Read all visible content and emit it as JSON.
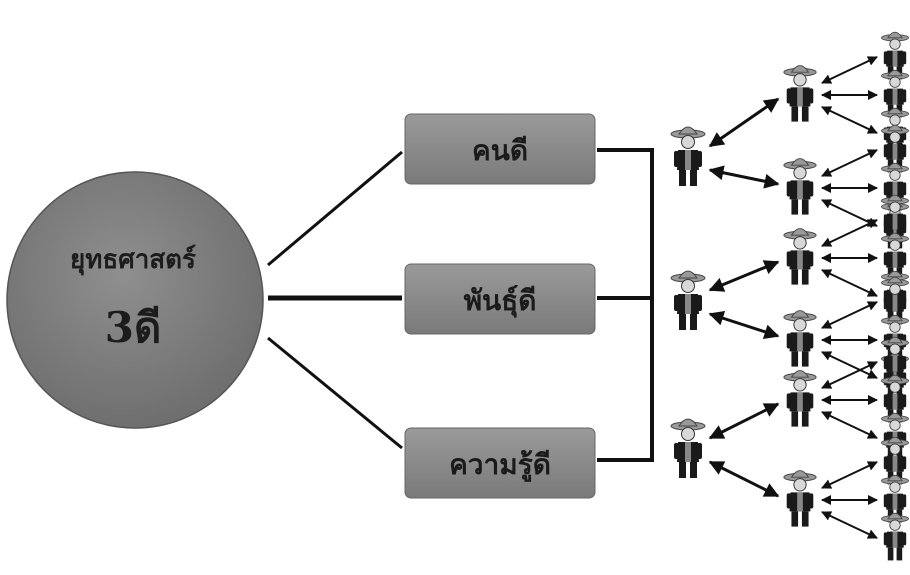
{
  "center": {
    "title": "ยุทธศาสตร์",
    "subtitle": "3ดี"
  },
  "branches": [
    {
      "label": "คนดี"
    },
    {
      "label": "พันธุ์ดี"
    },
    {
      "label": "ความรู้ดี"
    }
  ],
  "network": {
    "icon": "person-with-hat-icon",
    "level1_count": 3,
    "level2_per_person": 2,
    "level3_per_person": 3
  },
  "colors": {
    "circle": "#7e7e7e",
    "box": "#8a8a8a",
    "line": "#111111",
    "hat": "#999999",
    "body": "#1a1a1a"
  }
}
